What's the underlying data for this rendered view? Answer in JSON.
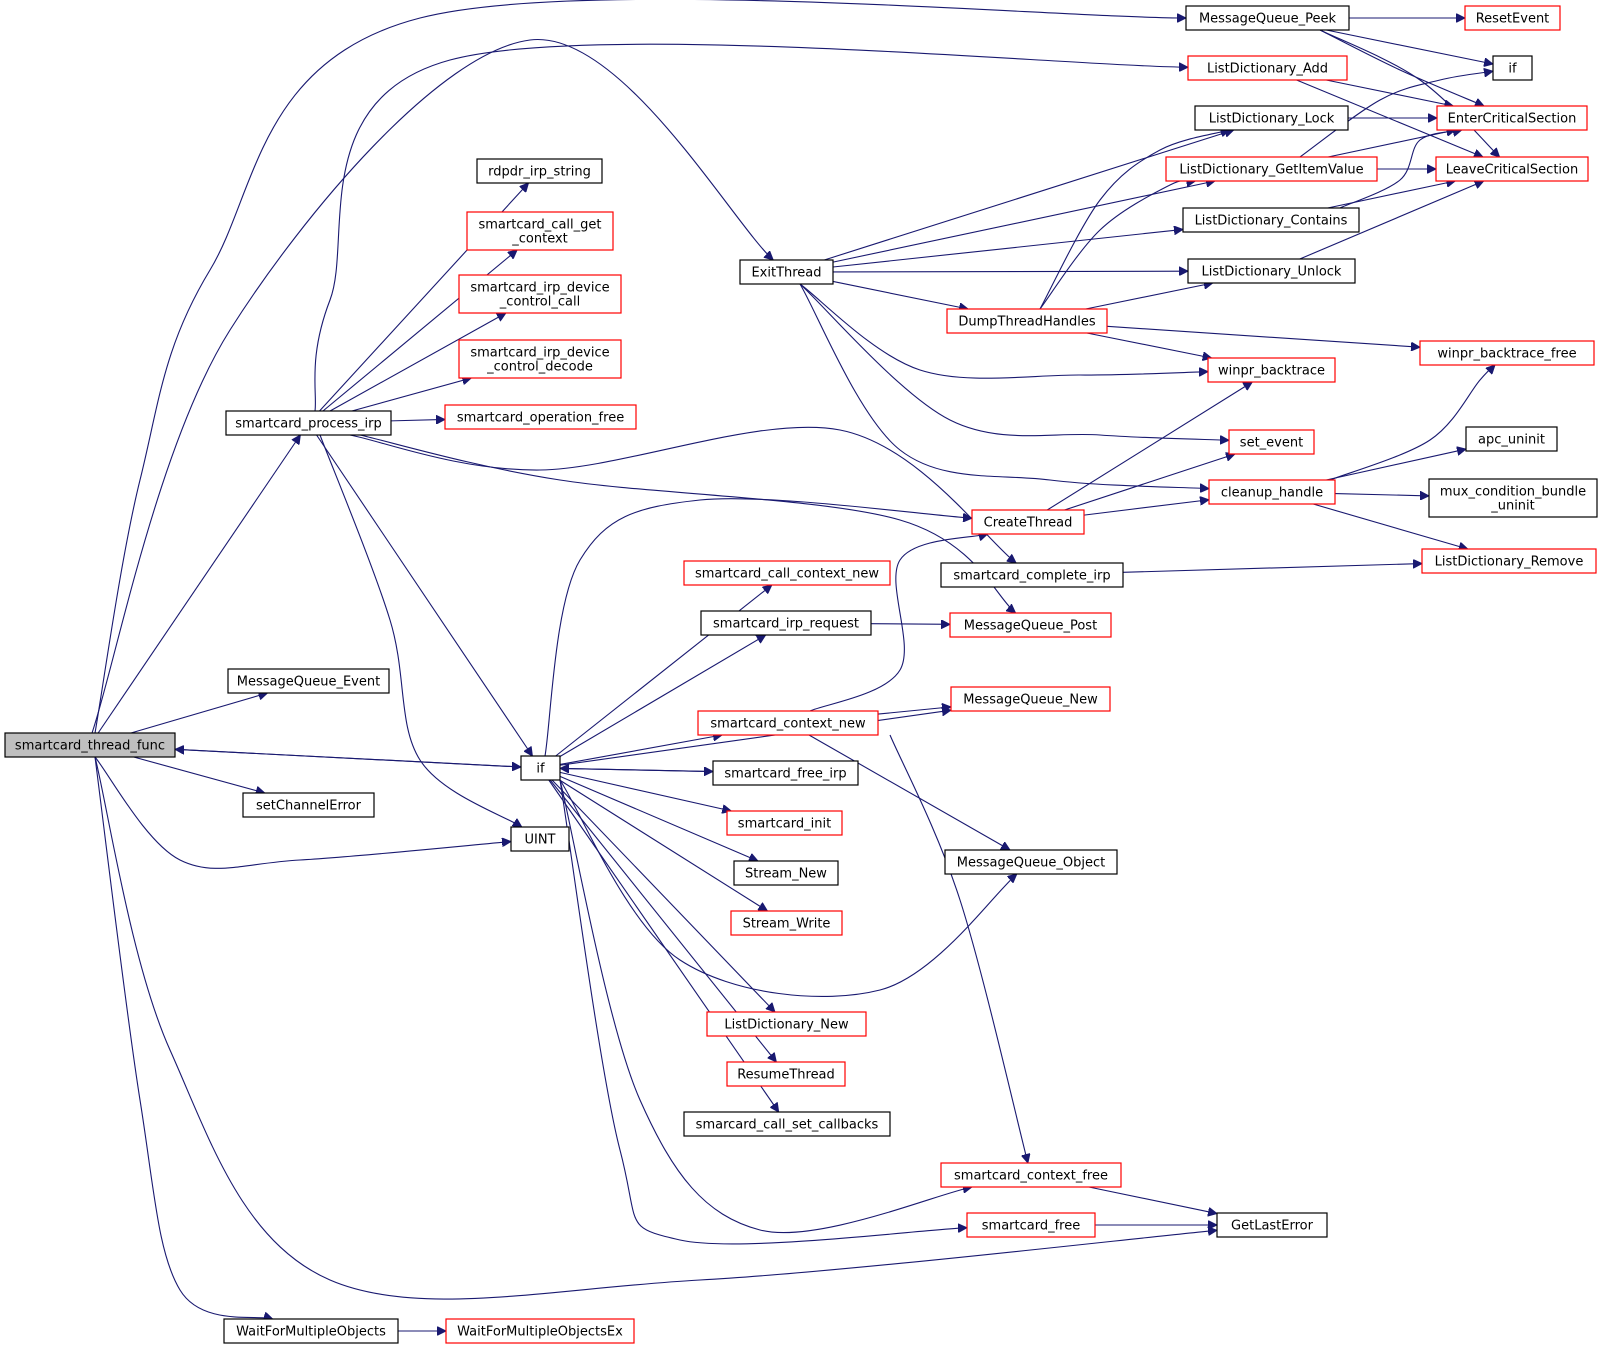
{
  "colors": {
    "edge": "#191970",
    "node_documented_border": "#000000",
    "node_undocumented_border": "#ff0000",
    "root_fill": "#bfbfbf",
    "node_fill": "#ffffff",
    "background": "#ffffff"
  },
  "nodes": {
    "thread_func": {
      "label": [
        "smartcard_thread_func"
      ],
      "style": "root"
    },
    "process_irp": {
      "label": [
        "smartcard_process_irp"
      ],
      "style": "black"
    },
    "mq_event": {
      "label": [
        "MessageQueue_Event"
      ],
      "style": "black"
    },
    "set_channel_error": {
      "label": [
        "setChannelError"
      ],
      "style": "black"
    },
    "wait_multiple": {
      "label": [
        "WaitForMultipleObjects"
      ],
      "style": "black"
    },
    "wait_multiple_ex": {
      "label": [
        "WaitForMultipleObjectsEx"
      ],
      "style": "red"
    },
    "rdpdr_irp_string": {
      "label": [
        "rdpdr_irp_string"
      ],
      "style": "black"
    },
    "call_get_context": {
      "label": [
        "smartcard_call_get",
        "_context"
      ],
      "style": "red"
    },
    "irp_device_control_call": {
      "label": [
        "smartcard_irp_device",
        "_control_call"
      ],
      "style": "red"
    },
    "irp_device_control_decode": {
      "label": [
        "smartcard_irp_device",
        "_control_decode"
      ],
      "style": "red"
    },
    "operation_free": {
      "label": [
        "smartcard_operation_free"
      ],
      "style": "red"
    },
    "if_main": {
      "label": [
        "if"
      ],
      "style": "black"
    },
    "uint": {
      "label": [
        "UINT"
      ],
      "style": "black"
    },
    "exit_thread": {
      "label": [
        "ExitThread"
      ],
      "style": "black"
    },
    "mq_peek": {
      "label": [
        "MessageQueue_Peek"
      ],
      "style": "black"
    },
    "reset_event": {
      "label": [
        "ResetEvent"
      ],
      "style": "red"
    },
    "if_right": {
      "label": [
        "if"
      ],
      "style": "black"
    },
    "ld_add": {
      "label": [
        "ListDictionary_Add"
      ],
      "style": "red"
    },
    "ld_lock": {
      "label": [
        "ListDictionary_Lock"
      ],
      "style": "black"
    },
    "ld_getitem": {
      "label": [
        "ListDictionary_GetItemValue"
      ],
      "style": "red"
    },
    "ld_contains": {
      "label": [
        "ListDictionary_Contains"
      ],
      "style": "black"
    },
    "ld_unlock": {
      "label": [
        "ListDictionary_Unlock"
      ],
      "style": "black"
    },
    "enter_cs": {
      "label": [
        "EnterCriticalSection"
      ],
      "style": "red"
    },
    "leave_cs": {
      "label": [
        "LeaveCriticalSection"
      ],
      "style": "red"
    },
    "dump_thread_handles": {
      "label": [
        "DumpThreadHandles"
      ],
      "style": "red"
    },
    "winpr_backtrace_free": {
      "label": [
        "winpr_backtrace_free"
      ],
      "style": "red"
    },
    "winpr_backtrace": {
      "label": [
        "winpr_backtrace"
      ],
      "style": "red"
    },
    "set_event": {
      "label": [
        "set_event"
      ],
      "style": "red"
    },
    "apc_uninit": {
      "label": [
        "apc_uninit"
      ],
      "style": "black"
    },
    "cleanup_handle": {
      "label": [
        "cleanup_handle"
      ],
      "style": "red"
    },
    "mux_uninit": {
      "label": [
        "mux_condition_bundle",
        "_uninit"
      ],
      "style": "black"
    },
    "create_thread": {
      "label": [
        "CreateThread"
      ],
      "style": "red"
    },
    "ld_remove": {
      "label": [
        "ListDictionary_Remove"
      ],
      "style": "red"
    },
    "call_context_new": {
      "label": [
        "smartcard_call_context_new"
      ],
      "style": "red"
    },
    "complete_irp": {
      "label": [
        "smartcard_complete_irp"
      ],
      "style": "black"
    },
    "irp_request": {
      "label": [
        "smartcard_irp_request"
      ],
      "style": "black"
    },
    "mq_post": {
      "label": [
        "MessageQueue_Post"
      ],
      "style": "red"
    },
    "mq_new": {
      "label": [
        "MessageQueue_New"
      ],
      "style": "red"
    },
    "context_new": {
      "label": [
        "smartcard_context_new"
      ],
      "style": "red"
    },
    "free_irp": {
      "label": [
        "smartcard_free_irp"
      ],
      "style": "black"
    },
    "sc_init": {
      "label": [
        "smartcard_init"
      ],
      "style": "red"
    },
    "mq_object": {
      "label": [
        "MessageQueue_Object"
      ],
      "style": "black"
    },
    "stream_new": {
      "label": [
        "Stream_New"
      ],
      "style": "black"
    },
    "stream_write": {
      "label": [
        "Stream_Write"
      ],
      "style": "red"
    },
    "ld_new": {
      "label": [
        "ListDictionary_New"
      ],
      "style": "red"
    },
    "resume_thread": {
      "label": [
        "ResumeThread"
      ],
      "style": "red"
    },
    "call_set_callbacks": {
      "label": [
        "smarcard_call_set_callbacks"
      ],
      "style": "black"
    },
    "context_free": {
      "label": [
        "smartcard_context_free"
      ],
      "style": "red"
    },
    "sc_free": {
      "label": [
        "smartcard_free"
      ],
      "style": "red"
    },
    "get_last_error": {
      "label": [
        "GetLastError"
      ],
      "style": "black"
    }
  },
  "edges": [
    [
      "thread_func",
      "mq_peek"
    ],
    [
      "thread_func",
      "exit_thread"
    ],
    [
      "thread_func",
      "process_irp"
    ],
    [
      "thread_func",
      "mq_event"
    ],
    [
      "thread_func",
      "if_main"
    ],
    [
      "thread_func",
      "set_channel_error"
    ],
    [
      "thread_func",
      "uint"
    ],
    [
      "thread_func",
      "get_last_error"
    ],
    [
      "thread_func",
      "wait_multiple"
    ],
    [
      "wait_multiple",
      "wait_multiple_ex"
    ],
    [
      "process_irp",
      "ld_add"
    ],
    [
      "process_irp",
      "rdpdr_irp_string"
    ],
    [
      "process_irp",
      "call_get_context"
    ],
    [
      "process_irp",
      "irp_device_control_call"
    ],
    [
      "process_irp",
      "irp_device_control_decode"
    ],
    [
      "process_irp",
      "operation_free"
    ],
    [
      "process_irp",
      "complete_irp"
    ],
    [
      "process_irp",
      "mq_post"
    ],
    [
      "process_irp",
      "if_main"
    ],
    [
      "process_irp",
      "uint"
    ],
    [
      "if_main",
      "thread_func"
    ],
    [
      "if_main",
      "create_thread"
    ],
    [
      "if_main",
      "call_context_new"
    ],
    [
      "if_main",
      "irp_request"
    ],
    [
      "if_main",
      "mq_new"
    ],
    [
      "if_main",
      "context_new"
    ],
    [
      "if_main",
      "free_irp"
    ],
    [
      "if_main",
      "sc_init"
    ],
    [
      "if_main",
      "stream_new"
    ],
    [
      "if_main",
      "stream_write"
    ],
    [
      "if_main",
      "mq_object"
    ],
    [
      "if_main",
      "ld_new"
    ],
    [
      "if_main",
      "resume_thread"
    ],
    [
      "if_main",
      "call_set_callbacks"
    ],
    [
      "if_main",
      "context_free"
    ],
    [
      "if_main",
      "sc_free"
    ],
    [
      "free_irp",
      "if_main"
    ],
    [
      "irp_request",
      "mq_post"
    ],
    [
      "context_new",
      "mq_new"
    ],
    [
      "context_new",
      "create_thread"
    ],
    [
      "context_new",
      "mq_object"
    ],
    [
      "context_new",
      "context_free"
    ],
    [
      "context_free",
      "get_last_error"
    ],
    [
      "sc_free",
      "get_last_error"
    ],
    [
      "complete_irp",
      "ld_remove"
    ],
    [
      "create_thread",
      "winpr_backtrace"
    ],
    [
      "create_thread",
      "set_event"
    ],
    [
      "create_thread",
      "cleanup_handle"
    ],
    [
      "cleanup_handle",
      "winpr_backtrace_free"
    ],
    [
      "cleanup_handle",
      "apc_uninit"
    ],
    [
      "cleanup_handle",
      "mux_uninit"
    ],
    [
      "cleanup_handle",
      "ld_remove"
    ],
    [
      "exit_thread",
      "ld_lock"
    ],
    [
      "exit_thread",
      "ld_getitem"
    ],
    [
      "exit_thread",
      "ld_contains"
    ],
    [
      "exit_thread",
      "ld_unlock"
    ],
    [
      "exit_thread",
      "dump_thread_handles"
    ],
    [
      "exit_thread",
      "winpr_backtrace"
    ],
    [
      "exit_thread",
      "set_event"
    ],
    [
      "exit_thread",
      "cleanup_handle"
    ],
    [
      "dump_thread_handles",
      "ld_lock"
    ],
    [
      "dump_thread_handles",
      "ld_getitem"
    ],
    [
      "dump_thread_handles",
      "ld_unlock"
    ],
    [
      "dump_thread_handles",
      "winpr_backtrace_free"
    ],
    [
      "dump_thread_handles",
      "winpr_backtrace"
    ],
    [
      "mq_peek",
      "reset_event"
    ],
    [
      "mq_peek",
      "if_right"
    ],
    [
      "mq_peek",
      "enter_cs"
    ],
    [
      "mq_peek",
      "leave_cs"
    ],
    [
      "ld_add",
      "enter_cs"
    ],
    [
      "ld_add",
      "leave_cs"
    ],
    [
      "ld_lock",
      "enter_cs"
    ],
    [
      "ld_getitem",
      "if_right"
    ],
    [
      "ld_getitem",
      "enter_cs"
    ],
    [
      "ld_getitem",
      "leave_cs"
    ],
    [
      "ld_contains",
      "enter_cs"
    ],
    [
      "ld_contains",
      "leave_cs"
    ],
    [
      "ld_unlock",
      "leave_cs"
    ]
  ]
}
